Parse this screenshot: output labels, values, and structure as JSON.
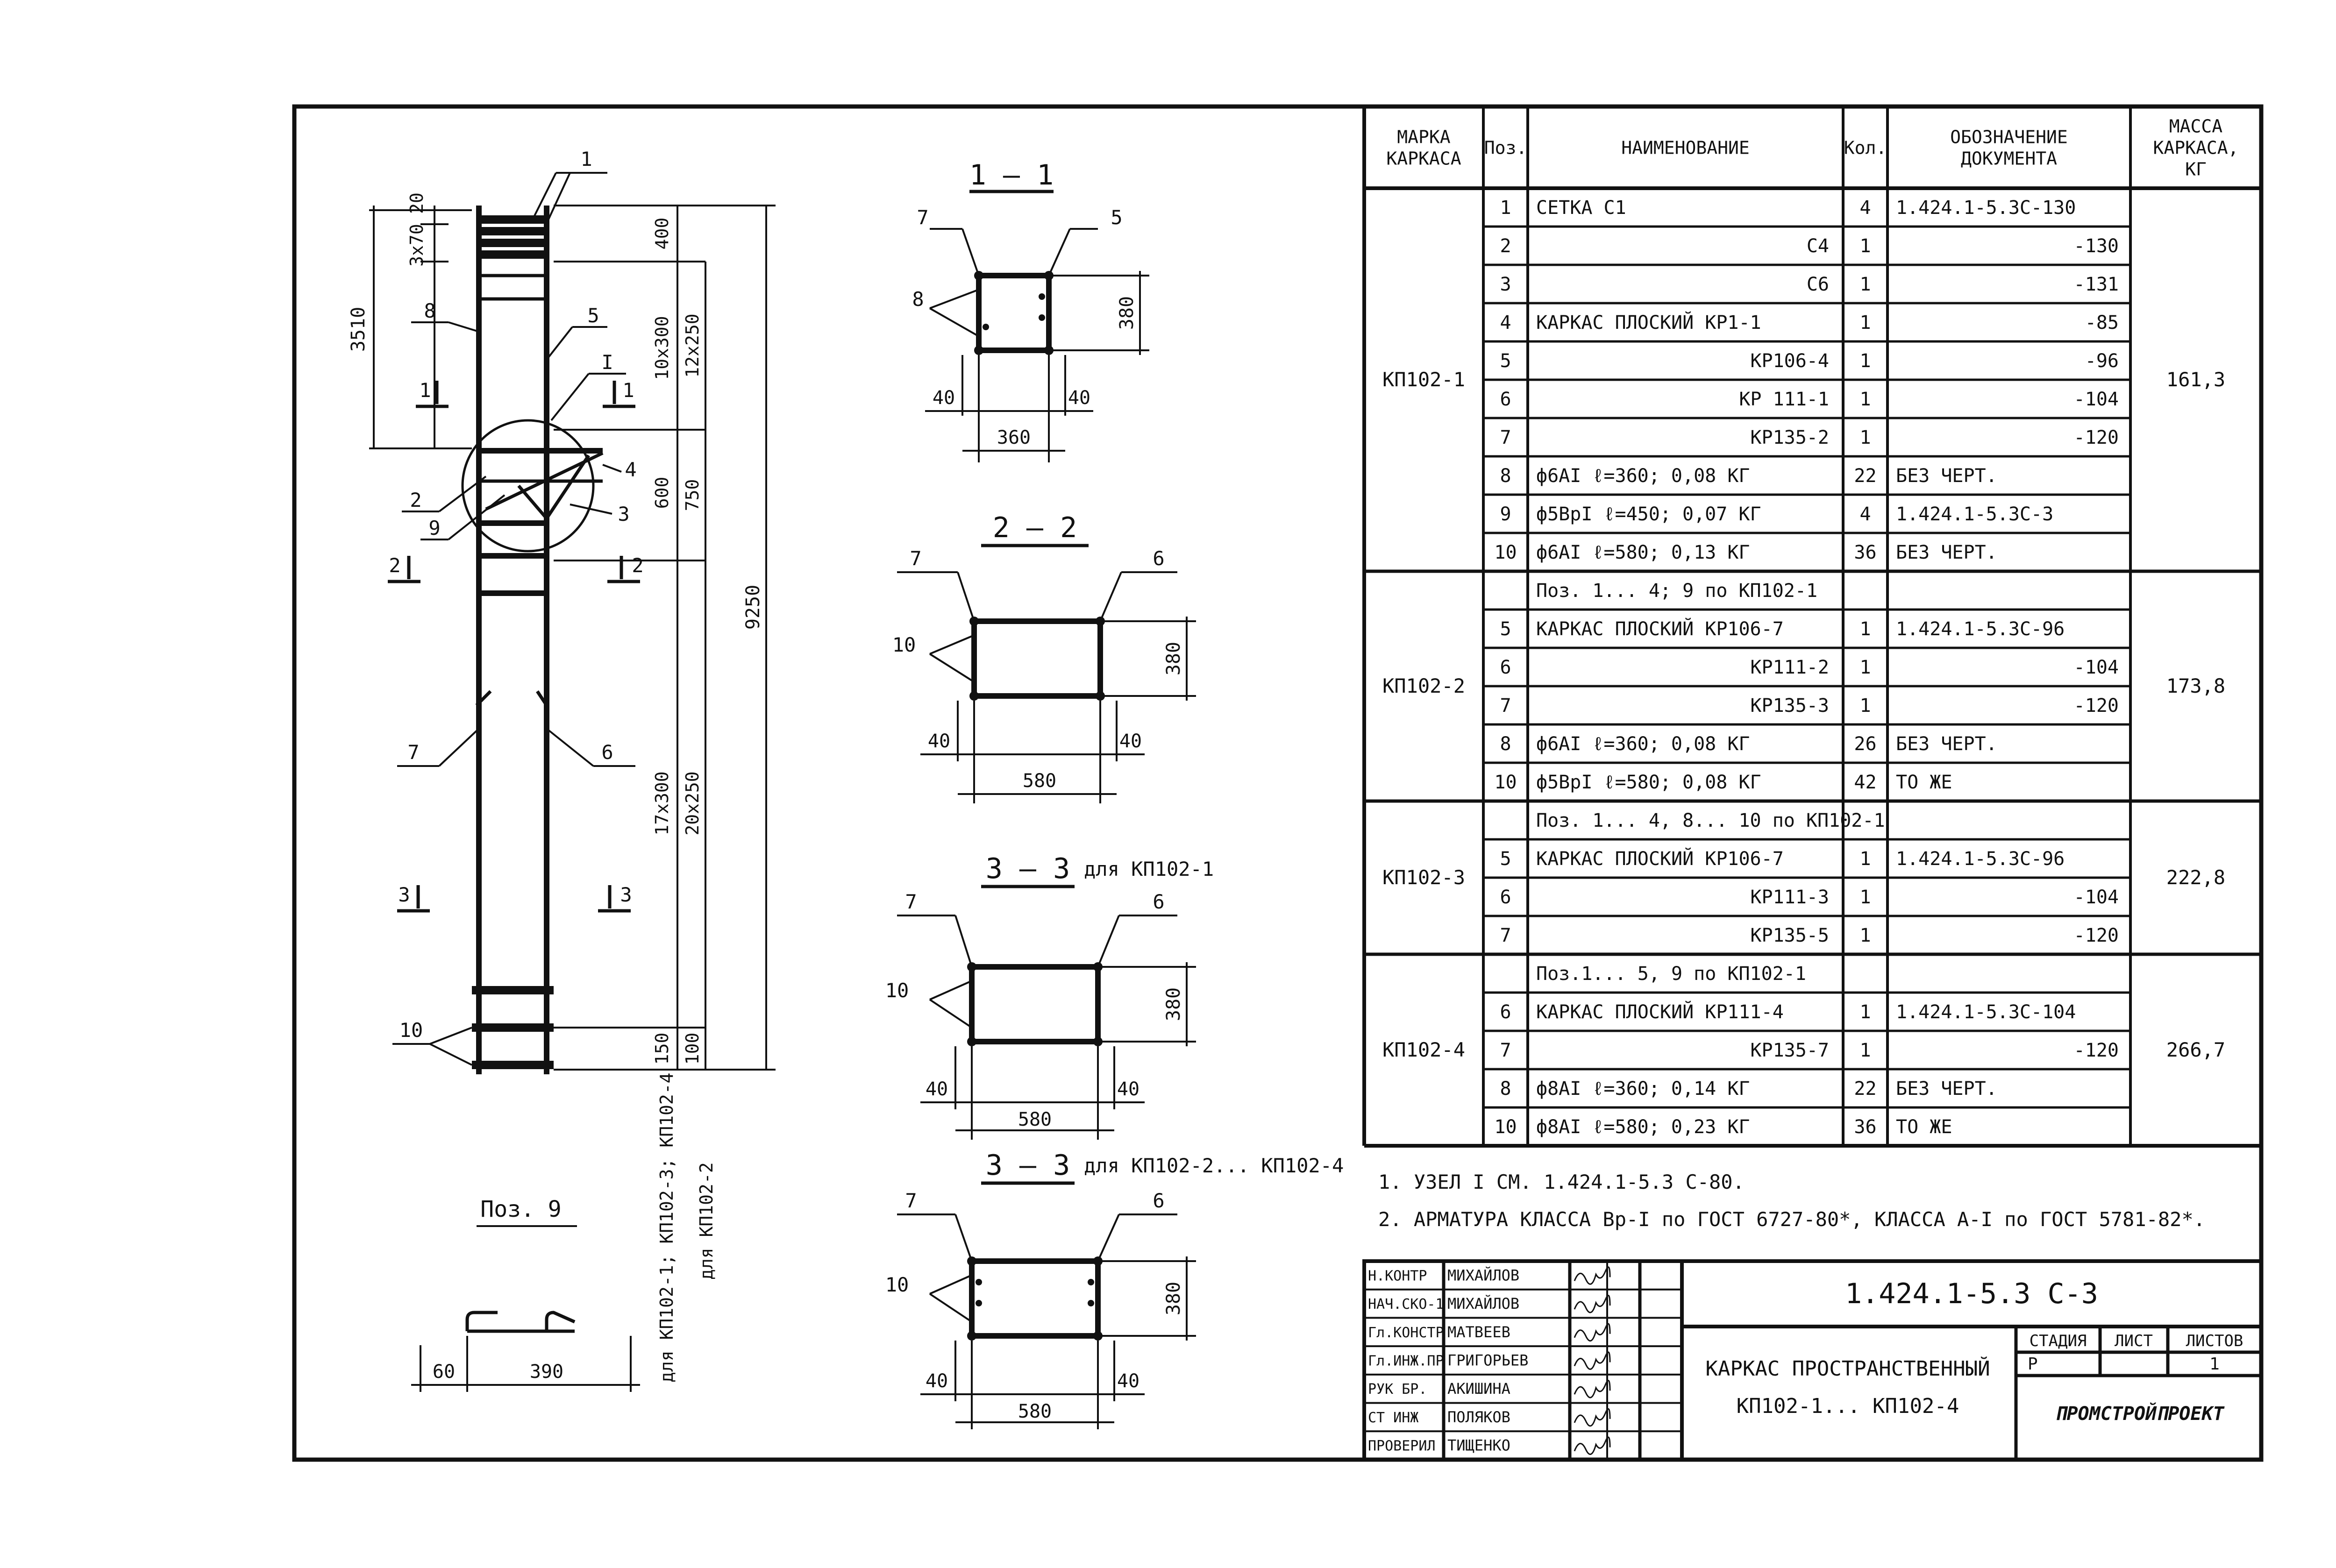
{
  "column": {
    "dims": {
      "d20": "20",
      "d3x70": "3x70",
      "d400": "400",
      "d3510": "3510",
      "d10x300": "10x300",
      "d12x250": "12x250",
      "d600": "600",
      "d750": "750",
      "d9250": "9250",
      "d17x300": "17x300",
      "d20x250": "20x250",
      "d150": "150",
      "d100": "100"
    },
    "rot_labels": {
      "left": "для КП102-1; КП102-3; КП102-4",
      "right": "для КП102-2"
    },
    "node_label": "I",
    "callouts": {
      "c1": "1",
      "c8": "8",
      "c5": "5",
      "c4": "4",
      "c2": "2",
      "c9": "9",
      "c3": "3",
      "c7": "7",
      "c6": "6",
      "c10": "10"
    },
    "cuts": {
      "s1l": "1",
      "s1r": "1",
      "s2l": "2",
      "s2r": "2",
      "s3l": "3",
      "s3r": "3"
    }
  },
  "poz9": {
    "title": "Поз. 9",
    "d60": "60",
    "d390": "390"
  },
  "sections": [
    {
      "title": "1 – 1",
      "suffix": "",
      "left_pos": "8",
      "top_left": "7",
      "top_right": "5",
      "height": "380",
      "width": "360",
      "e1": "40",
      "e2": "40"
    },
    {
      "title": "2 – 2",
      "suffix": "",
      "left_pos": "10",
      "top_left": "7",
      "top_right": "6",
      "height": "380",
      "width": "580",
      "e1": "40",
      "e2": "40"
    },
    {
      "title": "3 – 3",
      "suffix": "для КП102-1",
      "left_pos": "10",
      "top_left": "7",
      "top_right": "6",
      "height": "380",
      "width": "580",
      "e1": "40",
      "e2": "40"
    },
    {
      "title": "3 – 3",
      "suffix": "для КП102-2... КП102-4",
      "left_pos": "10",
      "top_left": "7",
      "top_right": "6",
      "height": "380",
      "width": "580",
      "e1": "40",
      "e2": "40"
    }
  ],
  "spec": {
    "headers": {
      "marka": "МАРКА КАРКАСА",
      "poz": "Поз.",
      "name": "НАИМЕНОВАНИЕ",
      "kol": "Кол.",
      "doc": "ОБОЗНАЧЕНИЕ ДОКУМЕНТА",
      "mass": "МАССА КАРКАСА, КГ"
    },
    "groups": [
      {
        "marka": "КП102-1",
        "mass": "161,3",
        "rows": [
          {
            "poz": "1",
            "name": "СЕТКА С1",
            "kol": "4",
            "doc": "1.424.1-5.3С-130"
          },
          {
            "poz": "2",
            "name": "С4",
            "kol": "1",
            "doc": "-130"
          },
          {
            "poz": "3",
            "name": "С6",
            "kol": "1",
            "doc": "-131"
          },
          {
            "poz": "4",
            "name": "КАРКАС ПЛОСКИЙ КР1-1",
            "kol": "1",
            "doc": "-85"
          },
          {
            "poz": "5",
            "name": "КР106-4",
            "kol": "1",
            "doc": "-96"
          },
          {
            "poz": "6",
            "name": "КР 111-1",
            "kol": "1",
            "doc": "-104"
          },
          {
            "poz": "7",
            "name": "КР135-2",
            "kol": "1",
            "doc": "-120"
          },
          {
            "poz": "8",
            "name": "ф6АI  ℓ=360; 0,08 КГ",
            "kol": "22",
            "doc": "БЕЗ ЧЕРТ."
          },
          {
            "poz": "9",
            "name": "ф5ВрI  ℓ=450; 0,07 КГ",
            "kol": "4",
            "doc": "1.424.1-5.3С-3"
          },
          {
            "poz": "10",
            "name": "ф6АI  ℓ=580; 0,13 КГ",
            "kol": "36",
            "doc": "БЕЗ ЧЕРТ."
          }
        ]
      },
      {
        "marka": "КП102-2",
        "mass": "173,8",
        "rows": [
          {
            "poz": "",
            "name": "Поз. 1... 4; 9 по КП102-1",
            "kol": "",
            "doc": ""
          },
          {
            "poz": "5",
            "name": "КАРКАС ПЛОСКИЙ КР106-7",
            "kol": "1",
            "doc": "1.424.1-5.3С-96"
          },
          {
            "poz": "6",
            "name": "КР111-2",
            "kol": "1",
            "doc": "-104"
          },
          {
            "poz": "7",
            "name": "КР135-3",
            "kol": "1",
            "doc": "-120"
          },
          {
            "poz": "8",
            "name": "ф6АI  ℓ=360; 0,08 КГ",
            "kol": "26",
            "doc": "БЕЗ ЧЕРТ."
          },
          {
            "poz": "10",
            "name": "ф5ВрI  ℓ=580; 0,08 КГ",
            "kol": "42",
            "doc": "ТО ЖЕ"
          }
        ]
      },
      {
        "marka": "КП102-3",
        "mass": "222,8",
        "rows": [
          {
            "poz": "",
            "name": "Поз. 1... 4, 8... 10 по КП102-1",
            "kol": "",
            "doc": ""
          },
          {
            "poz": "5",
            "name": "КАРКАС ПЛОСКИЙ КР106-7",
            "kol": "1",
            "doc": "1.424.1-5.3С-96"
          },
          {
            "poz": "6",
            "name": "КР111-3",
            "kol": "1",
            "doc": "-104"
          },
          {
            "poz": "7",
            "name": "КР135-5",
            "kol": "1",
            "doc": "-120"
          }
        ]
      },
      {
        "marka": "КП102-4",
        "mass": "266,7",
        "rows": [
          {
            "poz": "",
            "name": "Поз.1... 5, 9 по КП102-1",
            "kol": "",
            "doc": ""
          },
          {
            "poz": "6",
            "name": "КАРКАС ПЛОСКИЙ КР111-4",
            "kol": "1",
            "doc": "1.424.1-5.3С-104"
          },
          {
            "poz": "7",
            "name": "КР135-7",
            "kol": "1",
            "doc": "-120"
          },
          {
            "poz": "8",
            "name": "ф8АI  ℓ=360; 0,14 КГ",
            "kol": "22",
            "doc": "БЕЗ ЧЕРТ."
          },
          {
            "poz": "10",
            "name": "ф8АI  ℓ=580; 0,23 КГ",
            "kol": "36",
            "doc": "ТО ЖЕ"
          }
        ]
      }
    ]
  },
  "notes": [
    "1.  УЗЕЛ I  СМ.  1.424.1-5.3 С-80.",
    "2.  АРМАТУРА КЛАССА Вр-I по ГОСТ 6727-80*, КЛАССА А-I по ГОСТ 5781-82*."
  ],
  "stamp": {
    "code": "1.424.1-5.3 С-3",
    "title1": "КАРКАС ПРОСТРАНСТВЕННЫЙ",
    "title2": "КП102-1... КП102-4",
    "stage_label": "СТАДИЯ",
    "sheet_label": "ЛИСТ",
    "sheets_label": "ЛИСТОВ",
    "stage": "Р",
    "sheet": "",
    "sheets": "1",
    "org": "ПРОМСТРОЙПРОЕКТ",
    "signers": [
      {
        "role": "Н.КОНТР",
        "name": "МИХАЙЛОВ"
      },
      {
        "role": "НАЧ.СКО-1",
        "name": "МИХАЙЛОВ"
      },
      {
        "role": "Гл.КОНСТР",
        "name": "МАТВЕЕВ"
      },
      {
        "role": "Гл.ИНЖ.ПР",
        "name": "ГРИГОРЬЕВ"
      },
      {
        "role": "РУК БР.",
        "name": "АКИШИНА"
      },
      {
        "role": "СТ ИНЖ",
        "name": "ПОЛЯКОВ"
      },
      {
        "role": "ПРОВЕРИЛ",
        "name": "ТИЩЕНКО"
      }
    ]
  }
}
